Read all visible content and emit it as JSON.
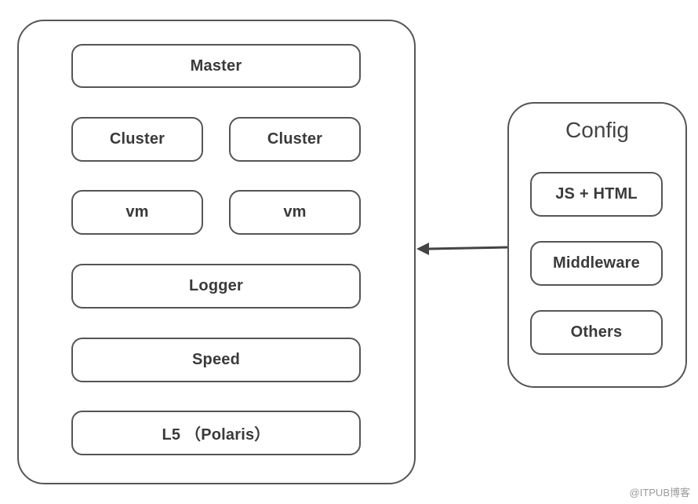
{
  "main": {
    "master": "Master",
    "cluster_left": "Cluster",
    "cluster_right": "Cluster",
    "vm_left": "vm",
    "vm_right": "vm",
    "logger": "Logger",
    "speed": "Speed",
    "l5": "L5 （Polaris）"
  },
  "config": {
    "title": "Config",
    "items": [
      "JS + HTML",
      "Middleware",
      "Others"
    ]
  },
  "watermark": "@ITPUB博客",
  "colors": {
    "stroke": "#555555",
    "text": "#3a3a3a"
  }
}
